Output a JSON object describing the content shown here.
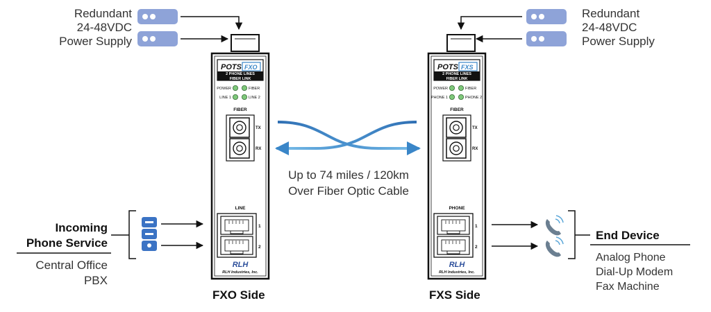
{
  "power_supply": {
    "left": [
      "Redundant",
      "24-48VDC",
      "Power Supply"
    ],
    "right": [
      "Redundant",
      "24-48VDC",
      "Power Supply"
    ]
  },
  "fxo_unit": {
    "brand_pots": "POTS",
    "brand_type": "FXO",
    "phone_lines": "2 PHONE LINES",
    "fiber_link": "FIBER LINK",
    "leds": [
      "POWER",
      "FIBER",
      "LINE 1",
      "LINE 2"
    ],
    "fiber_label": "FIBER",
    "tx": "TX",
    "rx": "RX",
    "port_label": "LINE",
    "port1": "1",
    "port2": "2",
    "logo": "RLH",
    "maker": "RLH Industries, Inc.",
    "side_label": "FXO Side"
  },
  "fxs_unit": {
    "brand_pots": "POTS",
    "brand_type": "FXS",
    "phone_lines": "2 PHONE LINES",
    "fiber_link": "FIBER LINK",
    "leds": [
      "POWER",
      "FIBER",
      "PHONE 1",
      "PHONE 2"
    ],
    "fiber_label": "FIBER",
    "tx": "TX",
    "rx": "RX",
    "port_label": "PHONE",
    "port1": "1",
    "port2": "2",
    "logo": "RLH",
    "maker": "RLH Industries, Inc.",
    "side_label": "FXS Side"
  },
  "fiber_caption": [
    "Up to 74 miles / 120km",
    "Over Fiber Optic Cable"
  ],
  "incoming": {
    "title": [
      "Incoming",
      "Phone Service"
    ],
    "sources": [
      "Central Office",
      "PBX"
    ]
  },
  "end_device": {
    "title": "End Device",
    "items": [
      "Analog Phone",
      "Dial-Up Modem",
      "Fax Machine"
    ]
  },
  "colors": {
    "psu": "#8ea3d8",
    "fiber_blue": "#2f7fc1",
    "fiber_light": "#6fb6e6",
    "led": "#7ec87a",
    "server": "#3b73c4",
    "phone": "#6b7f91",
    "phone_waves": "#5aa6d8"
  },
  "icons": [
    "power-supply-icon",
    "server-icon",
    "phone-icon",
    "sc-connector-icon",
    "rj11-jack-icon"
  ]
}
